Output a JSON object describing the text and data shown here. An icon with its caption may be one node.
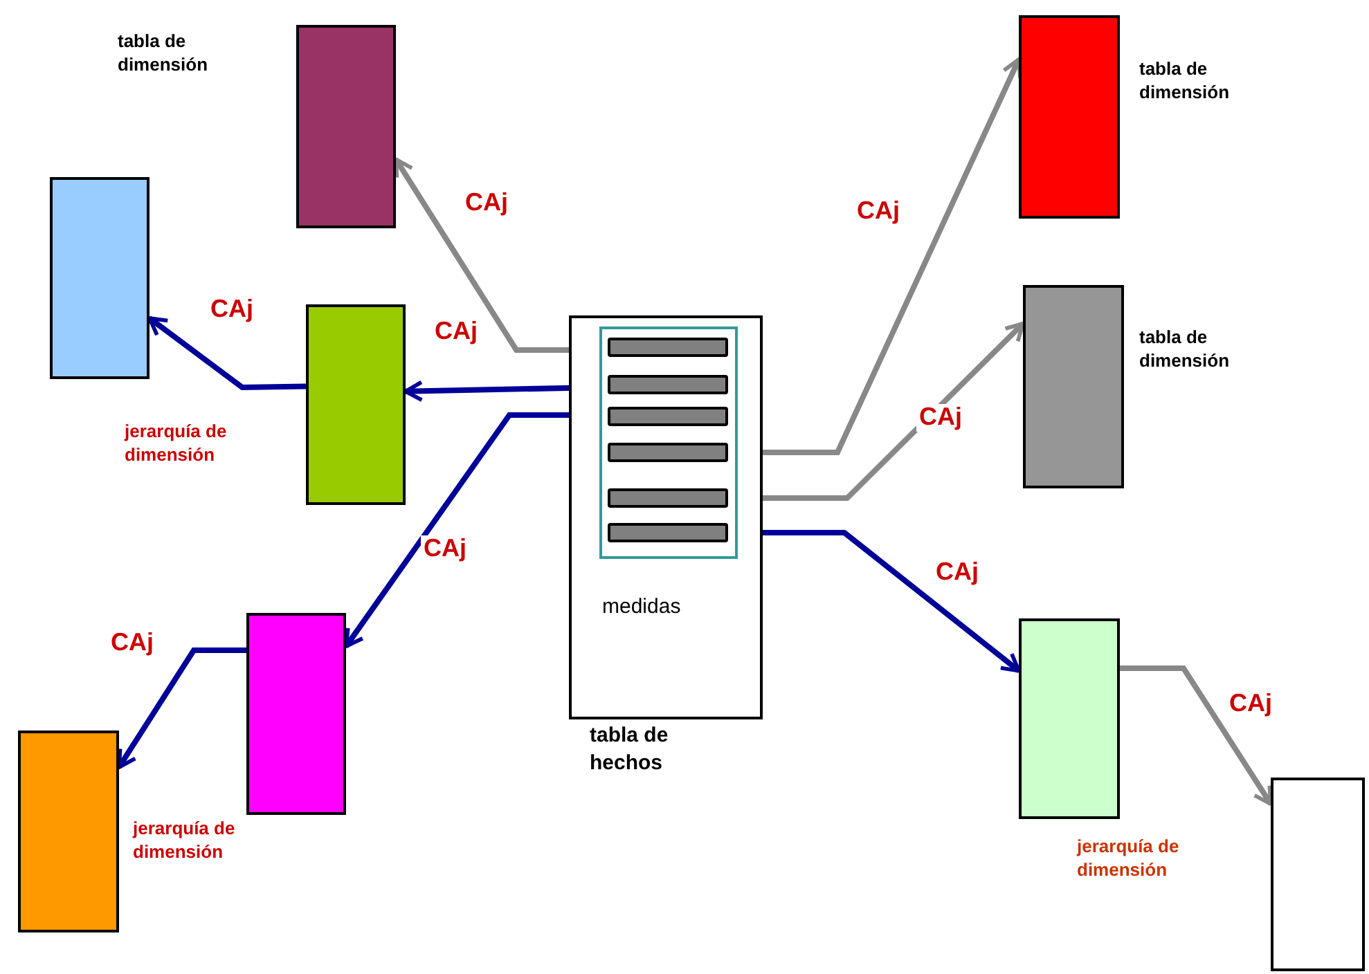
{
  "diagram": {
    "nodes": [
      {
        "text": [
          "medidas"
        ],
        "beside": [
          "tabla de hechos"
        ]
      },
      {
        "text": [],
        "shape": "box",
        "in": 0
      },
      {
        "text": [],
        "shape": "bar",
        "in": 1
      },
      {
        "text": [],
        "shape": "bar",
        "in": 1
      },
      {
        "text": [],
        "shape": "bar",
        "in": 1
      },
      {
        "text": [],
        "shape": "bar",
        "in": 1
      },
      {
        "text": [],
        "shape": "bar",
        "in": 1
      },
      {
        "text": [],
        "shape": "bar",
        "in": 1
      },
      {
        "text": [],
        "shape": "box"
      },
      {
        "text": [],
        "shape": "box"
      },
      {
        "text": [],
        "shape": "box"
      },
      {
        "text": [],
        "shape": "box",
        "beside": [
          "jerarquía de dimensión"
        ]
      },
      {
        "text": [],
        "shape": "box"
      },
      {
        "text": [],
        "shape": "box",
        "beside": [
          "tabla de dimensión"
        ]
      },
      {
        "text": [],
        "shape": "box",
        "beside": [
          "tabla de dimensión"
        ]
      },
      {
        "text": [],
        "shape": "box",
        "beside": [
          "jerarquía de dimensión"
        ]
      },
      {
        "text": [],
        "shape": "box"
      }
    ],
    "edges": [
      {
        "from": 2,
        "to": 8,
        "arrow": "to",
        "label": "CAj",
        "color": "#888888"
      },
      {
        "from": 3,
        "to": 10,
        "arrow": "to",
        "label": "CAj"
      },
      {
        "from": 4,
        "to": 11,
        "arrow": "to",
        "label": "CAj"
      },
      {
        "from": 10,
        "to": 9,
        "arrow": "to",
        "label": "CAj"
      },
      {
        "from": 11,
        "to": 12,
        "arrow": "to",
        "label": "CAj"
      },
      {
        "from": 5,
        "to": 13,
        "arrow": "to",
        "label": "CAj",
        "color": "#888888"
      },
      {
        "from": 6,
        "to": 14,
        "arrow": "to",
        "label": "CAj",
        "color": "#888888"
      },
      {
        "from": 7,
        "to": 15,
        "arrow": "to",
        "label": "CAj"
      },
      {
        "from": 15,
        "to": 16,
        "arrow": "to",
        "label": "CAj",
        "color": "#888888"
      }
    ],
    "labels": [
      "tabla de dimensión",
      "jerarquía de dimensión"
    ]
  }
}
